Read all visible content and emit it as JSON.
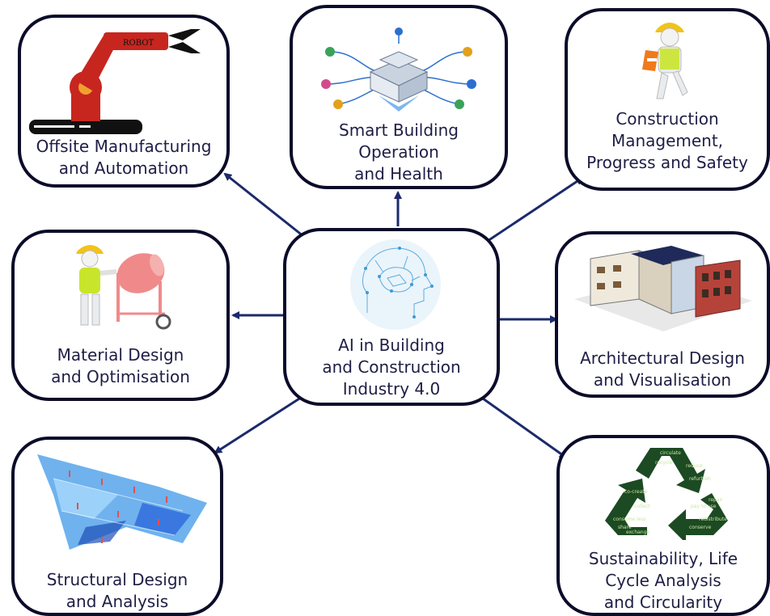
{
  "center": {
    "lines": [
      "AI in Building",
      "and Construction",
      "Industry 4.0"
    ]
  },
  "nodes": {
    "offsite": {
      "lines": [
        "Offsite Manufacturing",
        "and Automation"
      ],
      "robot_text": "ROBOT"
    },
    "smart": {
      "lines": [
        "Smart Building",
        "Operation",
        "and Health"
      ]
    },
    "management": {
      "lines": [
        "Construction",
        "Management,",
        "Progress and Safety"
      ]
    },
    "material": {
      "lines": [
        "Material Design",
        "and Optimisation"
      ]
    },
    "architectural": {
      "lines": [
        "Architectural Design",
        "and Visualisation"
      ]
    },
    "structural": {
      "lines": [
        "Structural Design",
        "and Analysis"
      ]
    },
    "sustainability": {
      "lines": [
        "Sustainability, Life",
        "Cycle  Analysis",
        "and Circularity"
      ],
      "word_cloud": [
        "recycle",
        "circulate",
        "co-create",
        "reduce",
        "refurbish",
        "consume less",
        "share",
        "exchange",
        "pay to use",
        "conserve",
        "redistribute",
        "repair",
        "collect"
      ]
    }
  },
  "colors": {
    "border": "#0b0b2a",
    "arrow": "#1b2a6b",
    "text": "#1e1e46",
    "robot": "#c7261f",
    "recycle": "#1c4a22",
    "mixer": "#f08a8a",
    "ai": "#3d9ad6",
    "structural": "#3a78e0"
  },
  "icons": [
    "robot-arm-icon",
    "smart-building-icon",
    "worker-cone-icon",
    "concrete-mixer-icon",
    "ai-head-icon",
    "building-3d-icon",
    "structural-slab-icon",
    "recycle-icon"
  ]
}
